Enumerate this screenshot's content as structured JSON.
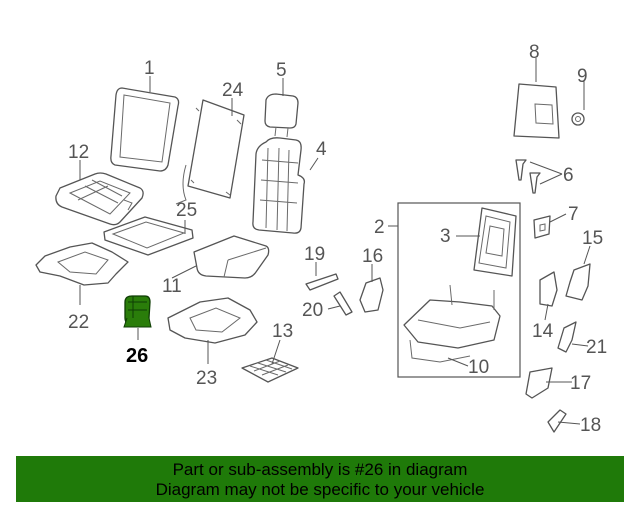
{
  "diagram": {
    "highlighted_part": "26",
    "callouts": [
      "1",
      "2",
      "3",
      "4",
      "5",
      "6",
      "7",
      "8",
      "9",
      "10",
      "11",
      "12",
      "13",
      "14",
      "15",
      "16",
      "17",
      "18",
      "19",
      "20",
      "21",
      "22",
      "23",
      "24",
      "25",
      "26"
    ],
    "highlight_color": "#2a7d0a",
    "stroke_color": "#555555"
  },
  "banner": {
    "line1": "Part or sub-assembly is #26 in diagram",
    "line2": "Diagram may not be specific to your vehicle",
    "background": "#1f7a09"
  }
}
